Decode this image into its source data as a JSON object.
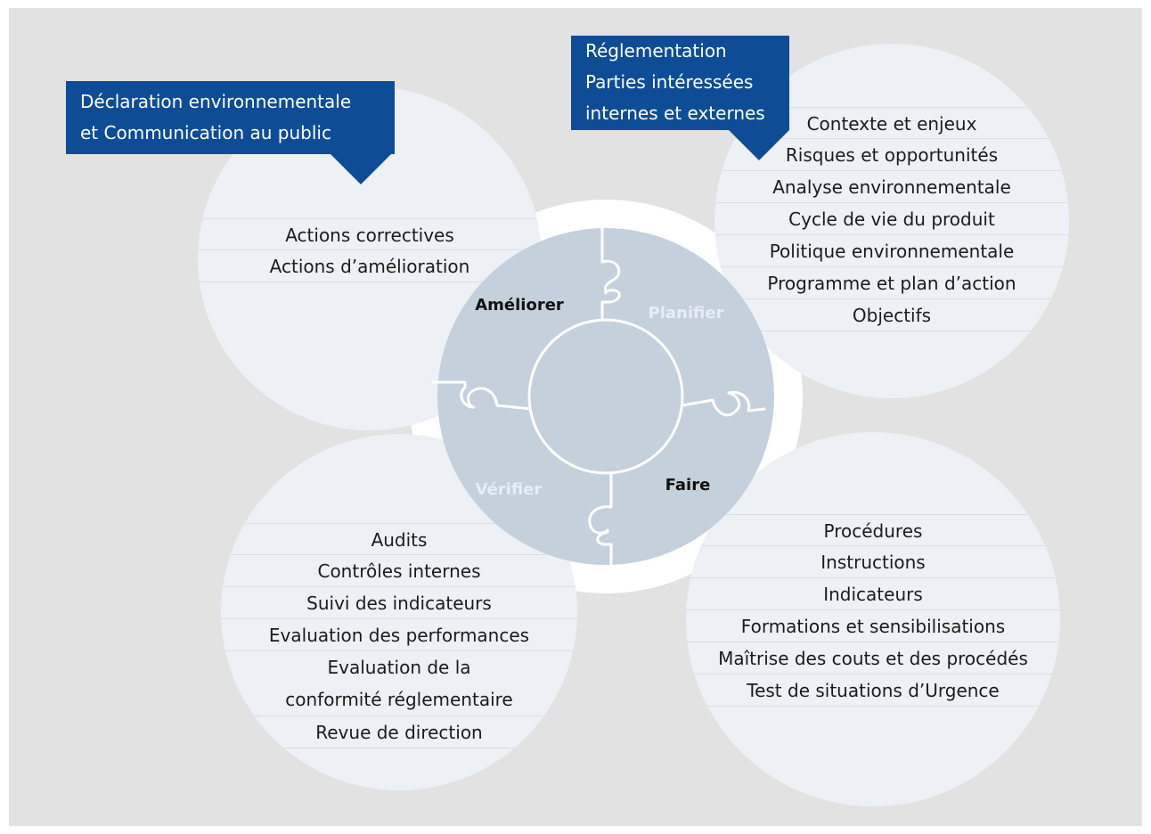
{
  "colors": {
    "background": "#e2e2e2",
    "bubble": "#edf1f5",
    "puzzle": "#c4d1dc",
    "callout": "#0e4d96",
    "dark_text": "#1b1b1b",
    "light_label": "#e6edf3"
  },
  "callouts": {
    "top_left": [
      "Déclaration environnementale",
      "et Communication au public"
    ],
    "top_right": [
      "Réglementation",
      "Parties intéressées",
      "internes et externes"
    ]
  },
  "phases": {
    "improve": "Améliorer",
    "plan": "Planifier",
    "do": "Faire",
    "check": "Vérifier"
  },
  "bubbles": {
    "improve_items": [
      "Actions correctives",
      "Actions d’amélioration"
    ],
    "plan_items": [
      "Contexte et enjeux",
      "Risques et opportunités",
      "Analyse environnementale",
      "Cycle de vie du produit",
      "Politique environnementale",
      "Programme et plan d’action",
      "Objectifs"
    ],
    "check_items": [
      "Audits",
      "Contrôles internes",
      "Suivi des indicateurs",
      "Evaluation des performances",
      "Evaluation de la conformité réglementaire",
      "Revue de direction"
    ],
    "do_items": [
      "Procédures",
      "Instructions",
      "Indicateurs",
      "Formations et sensibilisations",
      "Maîtrise des couts et des procédés",
      "Test de situations d’Urgence"
    ]
  }
}
